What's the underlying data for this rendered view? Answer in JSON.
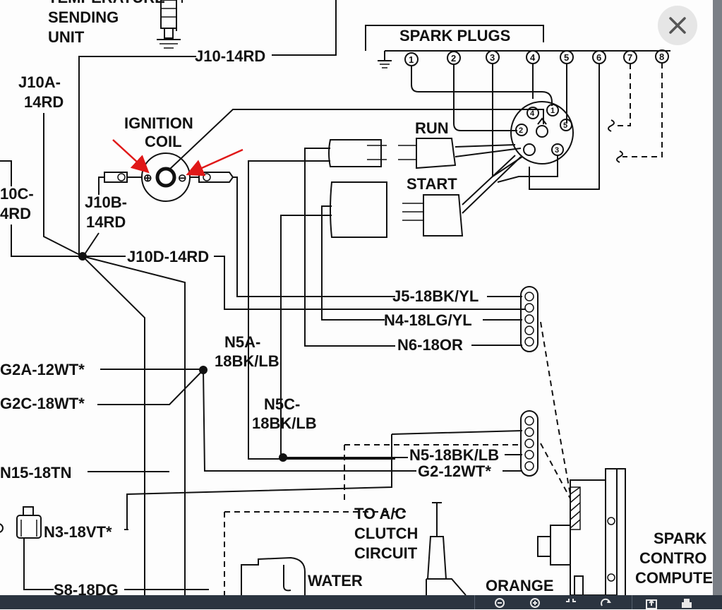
{
  "diagram": {
    "temp_sender_label": [
      "TEMPERATURE",
      "SENDING",
      "UNIT"
    ],
    "spark_plugs_title": "SPARK PLUGS",
    "plug_numbers": [
      "1",
      "2",
      "3",
      "4",
      "5",
      "6",
      "7",
      "8"
    ],
    "distributor_numbers": [
      "1",
      "2",
      "3",
      "4",
      "5"
    ],
    "ignition_coil_label": [
      "IGNITION",
      "COIL"
    ],
    "run_label": "RUN",
    "start_label": "START",
    "wires": {
      "j10": "J10-14RD",
      "j10a": [
        "J10A-",
        "14RD"
      ],
      "j10b": [
        "J10B-",
        "14RD"
      ],
      "j10c": [
        "10C-",
        "4RD"
      ],
      "j10d": "J10D-14RD",
      "j5": "J5-18BK/YL",
      "n4": "N4-18LG/YL",
      "n6": "N6-18OR",
      "n5a": [
        "N5A-",
        "18BK/LB"
      ],
      "n5c": [
        "N5C-",
        "18BK/LB"
      ],
      "g2a": "G2A-12WT*",
      "g2c": "G2C-18WT*",
      "n5": "N5-18BK/LB",
      "g2": "G2-12WT*",
      "n15": "N15-18TN",
      "n3": "N3-18VT*",
      "s8": "S8-18DG"
    },
    "ac_label": [
      "TO A/C",
      "CLUTCH",
      "CIRCUIT"
    ],
    "water_label": "WATER",
    "orange_label": "ORANGE",
    "computer_label": [
      "SPARK",
      "CONTRO",
      "COMPUTE"
    ],
    "coil_signs": {
      "positive": "⊕",
      "negative": "⊖"
    }
  },
  "colors": {
    "line": "#111111",
    "arrow": "#e01818",
    "toolbar": "#2b3440",
    "close_bg": "#e6e6e6"
  },
  "toolbar": {
    "icons": [
      "zoom-out-icon",
      "zoom-in-icon",
      "fit-icon",
      "rotate-icon",
      "export-icon",
      "print-icon"
    ]
  }
}
